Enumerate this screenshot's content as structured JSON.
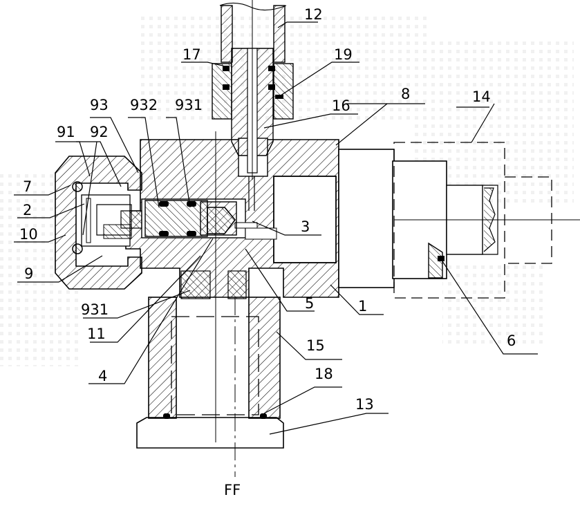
{
  "drawing": {
    "section_label": "FF",
    "parts": [
      {
        "id": "p1",
        "label": "1"
      },
      {
        "id": "p2",
        "label": "2"
      },
      {
        "id": "p3",
        "label": "3"
      },
      {
        "id": "p4",
        "label": "4"
      },
      {
        "id": "p5",
        "label": "5"
      },
      {
        "id": "p6",
        "label": "6"
      },
      {
        "id": "p7",
        "label": "7"
      },
      {
        "id": "p8",
        "label": "8"
      },
      {
        "id": "p9",
        "label": "9"
      },
      {
        "id": "p10",
        "label": "10"
      },
      {
        "id": "p11",
        "label": "11"
      },
      {
        "id": "p12",
        "label": "12"
      },
      {
        "id": "p13",
        "label": "13"
      },
      {
        "id": "p14",
        "label": "14"
      },
      {
        "id": "p15",
        "label": "15"
      },
      {
        "id": "p16",
        "label": "16"
      },
      {
        "id": "p17",
        "label": "17"
      },
      {
        "id": "p18",
        "label": "18"
      },
      {
        "id": "p19",
        "label": "19"
      },
      {
        "id": "p91",
        "label": "91"
      },
      {
        "id": "p92",
        "label": "92"
      },
      {
        "id": "p93",
        "label": "93"
      },
      {
        "id": "p931a",
        "label": "931"
      },
      {
        "id": "p931b",
        "label": "931"
      },
      {
        "id": "p932",
        "label": "932"
      }
    ]
  }
}
